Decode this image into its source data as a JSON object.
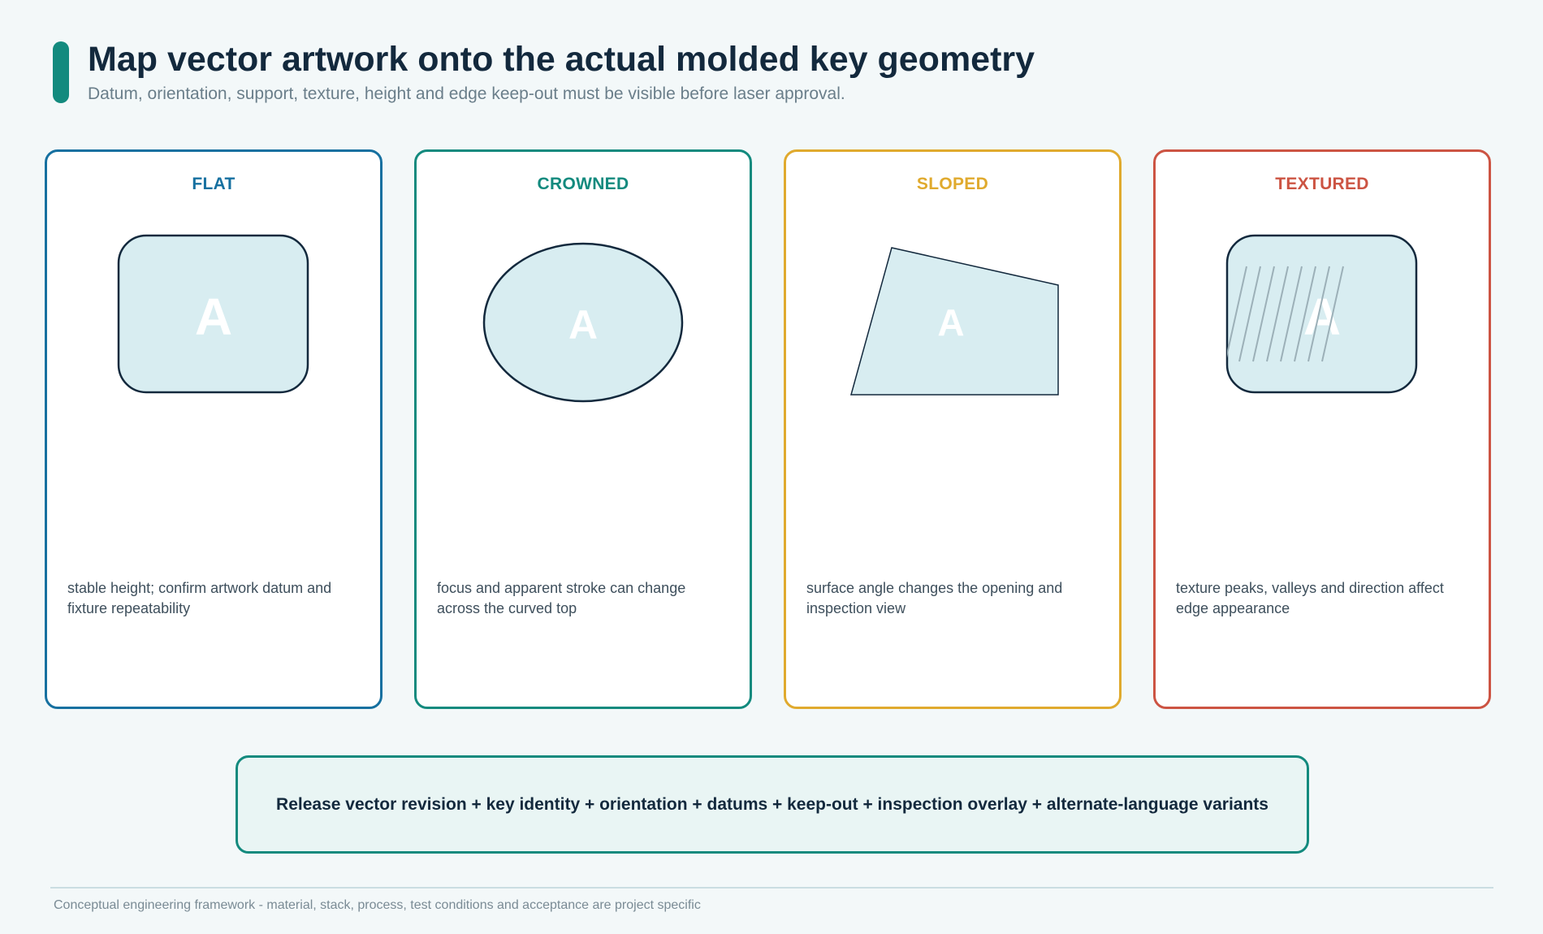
{
  "header": {
    "title": "Map vector artwork onto the actual molded key geometry",
    "subtitle": "Datum, orientation, support, texture, height and edge keep-out must be visible before laser approval."
  },
  "cards": [
    {
      "title": "FLAT",
      "glyph": "A",
      "description": "stable height; confirm artwork datum and fixture repeatability",
      "color": "#1670a0"
    },
    {
      "title": "CROWNED",
      "glyph": "A",
      "description": "focus and apparent stroke can change across the curved top",
      "color": "#138a7e"
    },
    {
      "title": "SLOPED",
      "glyph": "A",
      "description": "surface angle changes the opening and inspection view",
      "color": "#e0aa2e"
    },
    {
      "title": "TEXTURED",
      "glyph": "A",
      "description": "texture peaks, valleys and direction affect edge appearance",
      "color": "#cc5443"
    }
  ],
  "release": {
    "text": "Release vector revision + key identity + orientation + datums + keep-out + inspection overlay + alternate-language variants"
  },
  "footer": {
    "text": "Conceptual engineering framework - material, stack, process, test conditions and acceptance are project specific"
  },
  "colors": {
    "background": "#f3f8f9",
    "accent": "#138a7e",
    "key_fill": "#d8edf1",
    "key_stroke": "#13293d",
    "text_dark": "#13293d"
  }
}
